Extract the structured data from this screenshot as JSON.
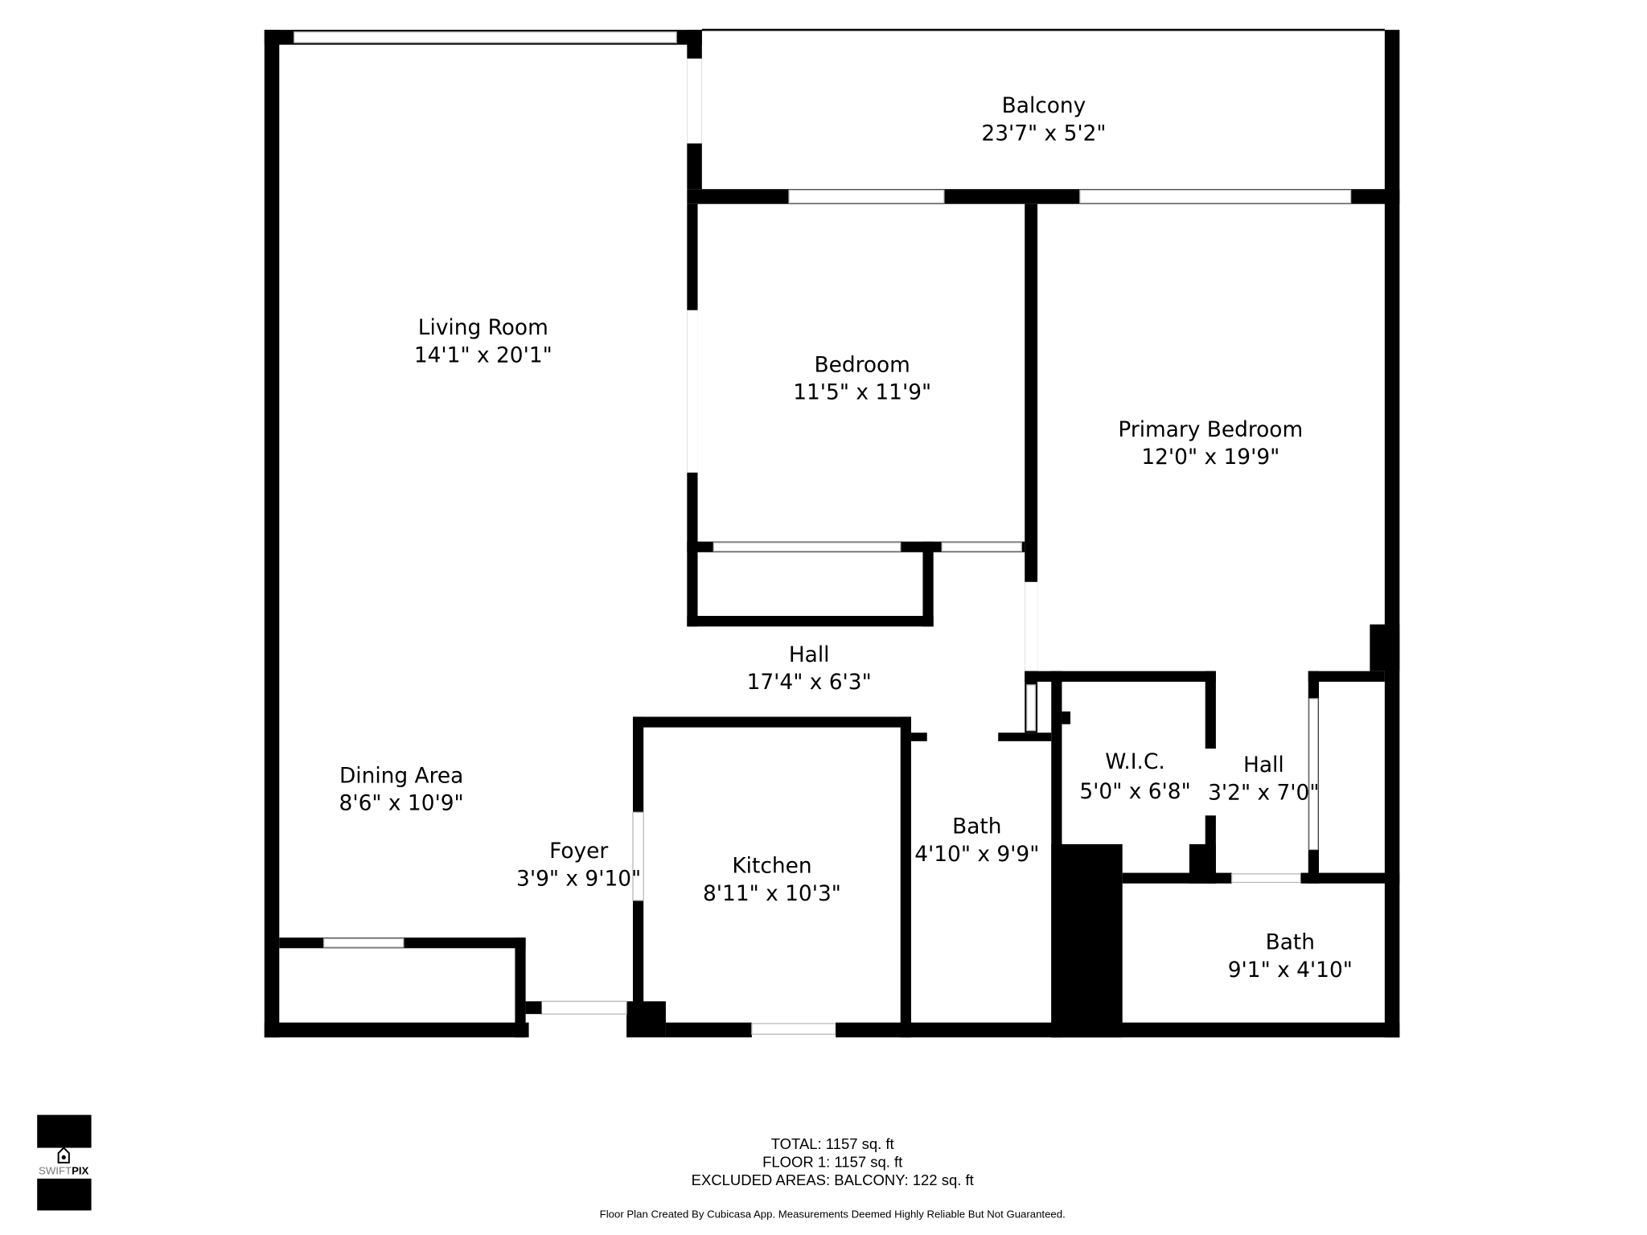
{
  "rooms": [
    {
      "name": "Balcony",
      "dims": "23'7\" x 5'2\""
    },
    {
      "name": "Living Room",
      "dims": "14'1\" x 20'1\""
    },
    {
      "name": "Bedroom",
      "dims": "11'5\" x 11'9\""
    },
    {
      "name": "Primary Bedroom",
      "dims": "12'0\" x 19'9\""
    },
    {
      "name": "Hall",
      "dims": "17'4\" x 6'3\""
    },
    {
      "name": "Dining Area",
      "dims": "8'6\" x 10'9\""
    },
    {
      "name": "Foyer",
      "dims": "3'9\" x 9'10\""
    },
    {
      "name": "Kitchen",
      "dims": "8'11\" x 10'3\""
    },
    {
      "name": "Bath",
      "dims": "4'10\" x 9'9\""
    },
    {
      "name": "W.I.C.",
      "dims": "5'0\" x 6'8\""
    },
    {
      "name": "Hall",
      "dims": "3'2\" x 7'0\""
    },
    {
      "name": "Bath",
      "dims": "9'1\" x 4'10\""
    }
  ],
  "summary": {
    "total": "TOTAL: 1157 sq. ft",
    "floor1": "FLOOR 1: 1157 sq. ft",
    "excluded": "EXCLUDED AREAS: BALCONY: 122 sq. ft",
    "disclaimer": "Floor Plan Created By Cubicasa App. Measurements Deemed Highly Reliable But Not Guaranteed."
  },
  "logo": {
    "text_light": "SWIFT",
    "text_bold": "PIX"
  }
}
